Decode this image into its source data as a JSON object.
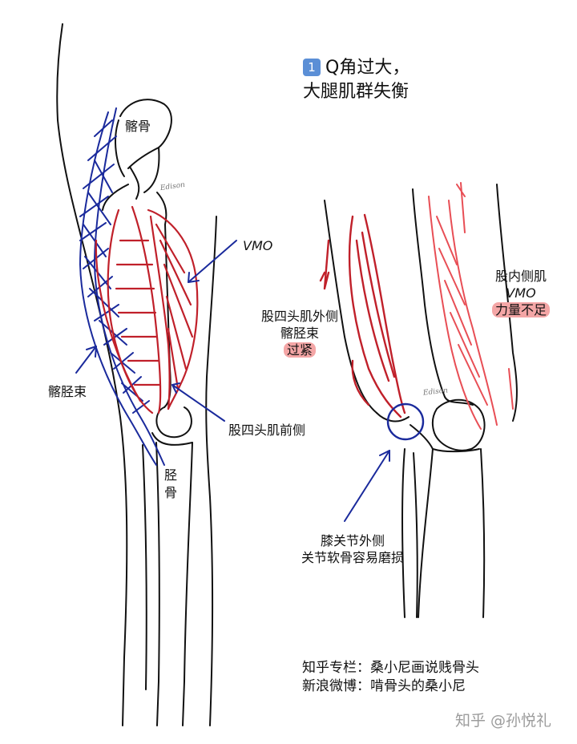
{
  "title": {
    "badge": "1",
    "line1": "Q角过大，",
    "line2": "大腿肌群失衡"
  },
  "left_figure": {
    "ilium_label": "髂骨",
    "vmo_label": "VMO",
    "it_band_label": "髂胫束",
    "quad_front_label": "股四头肌前侧",
    "tibia_label_1": "胫",
    "tibia_label_2": "骨",
    "signature": "Edison"
  },
  "right_figure": {
    "lateral_label_1": "股四头肌外侧",
    "lateral_label_2": "髂胫束",
    "lateral_highlight": "过紧",
    "medial_label_1": "股内侧肌",
    "medial_label_2": "VMO",
    "medial_highlight": "力量不足",
    "knee_label_1": "膝关节外侧",
    "knee_label_2": "关节软骨容易磨损",
    "signature": "Edison"
  },
  "credits": {
    "zhihu": "知乎专栏：桑小尼画说贱骨头",
    "weibo": "新浪微博：啃骨头的桑小尼"
  },
  "watermark": "知乎 @孙悦礼",
  "colors": {
    "muscle_red": "#c0202a",
    "muscle_light": "#e84e55",
    "band_blue": "#1a2a9c",
    "highlight": "#f4a6a6"
  }
}
